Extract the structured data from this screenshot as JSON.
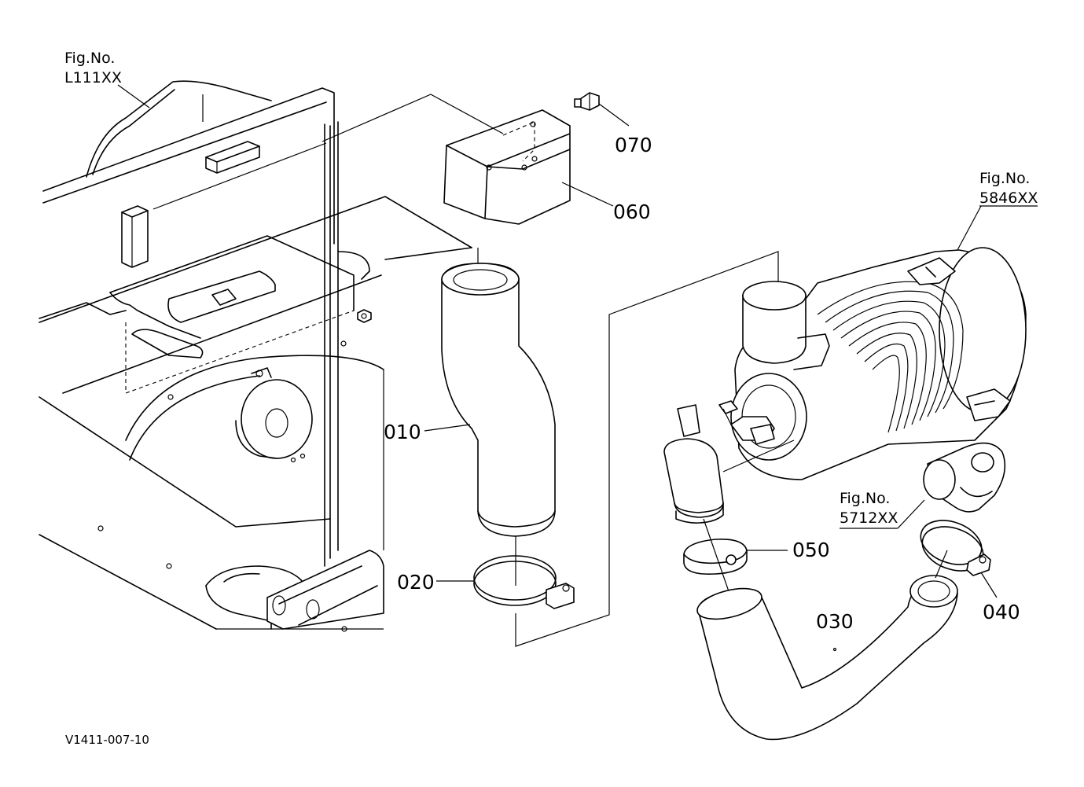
{
  "figure_refs": {
    "top_left": {
      "line1": "Fig.No.",
      "line2": "L111XX"
    },
    "air_cleaner": {
      "line1": "Fig.No.",
      "line2": "5846XX"
    },
    "lower_right": {
      "line1": "Fig.No.",
      "line2": "5712XX"
    }
  },
  "part_labels": {
    "p010": "010",
    "p020": "020",
    "p030": "030",
    "p040": "040",
    "p050": "050",
    "p060": "060",
    "p070": "070"
  },
  "drawing_code": "V1411-007-10"
}
